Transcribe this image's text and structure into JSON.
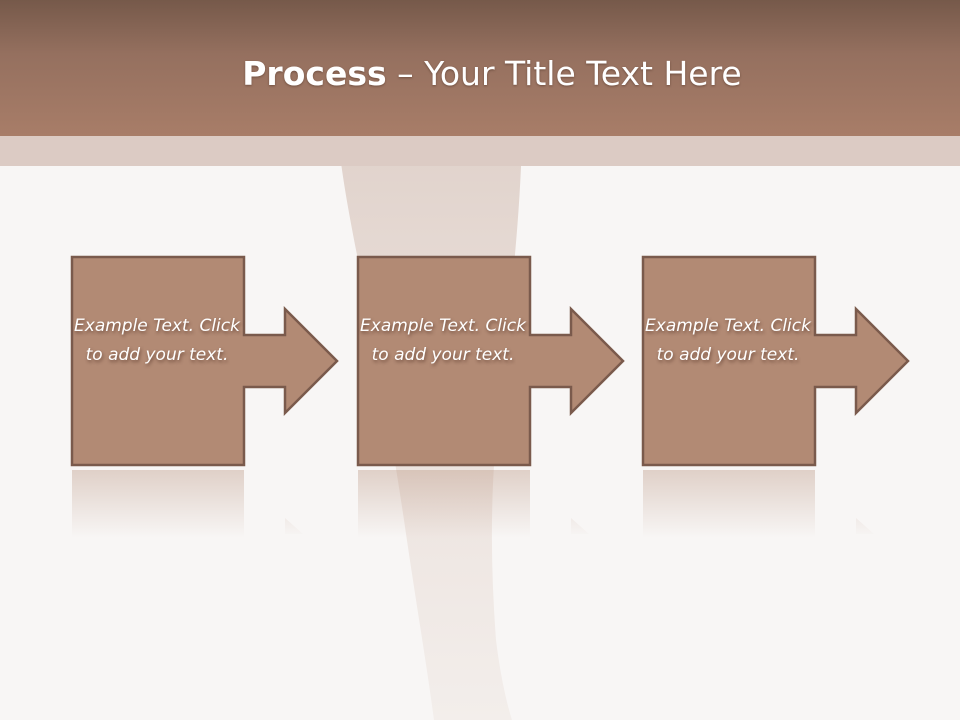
{
  "slide": {
    "title_bold": "Process",
    "title_rest": " – Your Title Text Here"
  },
  "steps": [
    {
      "text": "Example Text. Click  to add your text."
    },
    {
      "text": "Example Text. Click  to add your text."
    },
    {
      "text": "Example Text. Click  to add your text."
    }
  ],
  "colors": {
    "header": "#a87d68",
    "box_fill": "#b28a74",
    "box_stroke": "#7a5a4c",
    "background": "#f8f6f5"
  }
}
